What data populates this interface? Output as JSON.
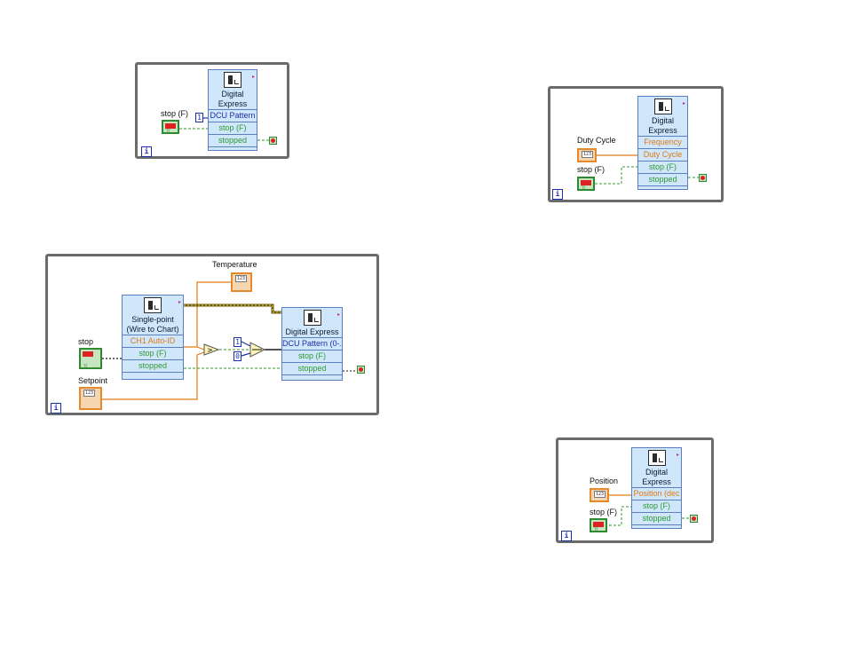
{
  "loop_counter": "i",
  "panel1": {
    "block_title": "Digital\nExpress",
    "rows": [
      "DCU Pattern",
      "stop (F)",
      "stopped"
    ],
    "stop_label": "stop (F)",
    "constant": "1"
  },
  "panel2": {
    "block_title": "Digital\nExpress",
    "rows": [
      "Frequency",
      "Duty Cycle",
      "stop (F)",
      "stopped"
    ],
    "duty_label": "Duty Cycle",
    "stop_label": "stop (F)"
  },
  "panel3": {
    "temperature_label": "Temperature",
    "stop_label": "stop",
    "setpoint_label": "Setpoint",
    "sp_title": "Single-point\n(Wire to Chart)",
    "sp_rows": [
      "CH1 Auto-ID",
      "stop (F)",
      "stopped"
    ],
    "dx_title": "Digital Express",
    "dx_rows": [
      "DCU Pattern (0-...",
      "stop (F)",
      "stopped"
    ],
    "constants": [
      "1",
      "0"
    ]
  },
  "panel4": {
    "block_title": "Digital\nExpress",
    "rows": [
      "Position (dec",
      "stop (F)",
      "stopped"
    ],
    "position_label": "Position",
    "stop_label": "stop (F)"
  }
}
